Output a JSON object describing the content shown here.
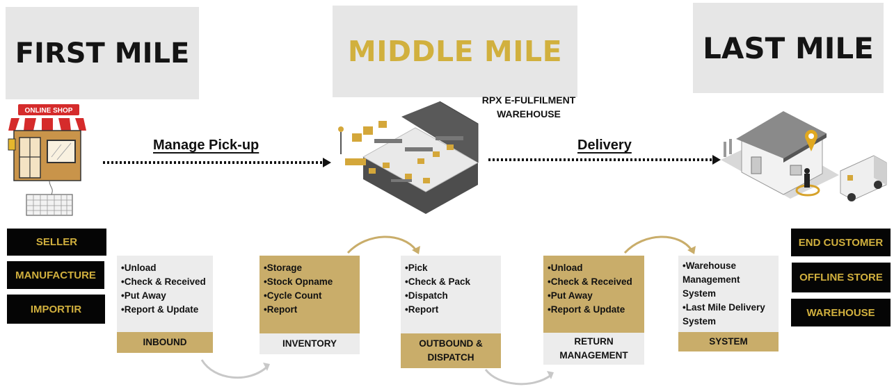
{
  "headers": {
    "first_mile": "FIRST MILE",
    "middle_mile": "MIDDLE MILE",
    "last_mile": "LAST MILE"
  },
  "flows": {
    "pickup": "Manage Pick-up",
    "delivery": "Delivery"
  },
  "warehouse_title": "RPX E-FULFILMENT WAREHOUSE",
  "shop_sign": "ONLINE SHOP",
  "origin_tags": [
    "SELLER",
    "MANUFACTURE",
    "IMPORTIR"
  ],
  "destination_tags": [
    "END CUSTOMER",
    "OFFLINE STORE",
    "WAREHOUSE"
  ],
  "stages": [
    {
      "title": "INBOUND",
      "items": [
        "•Unload",
        "•Check & Received",
        "•Put Away",
        "•Report & Update"
      ]
    },
    {
      "title": "INVENTORY",
      "items": [
        "•Storage",
        "•Stock Opname",
        "•Cycle Count",
        "•Report"
      ]
    },
    {
      "title": "OUTBOUND & DISPATCH",
      "items": [
        "•Pick",
        "•Check & Pack",
        "•Dispatch",
        "•Report"
      ]
    },
    {
      "title": "RETURN MANAGEMENT",
      "items": [
        "•Unload",
        "•Check & Received",
        "•Put Away",
        "•Report & Update"
      ]
    },
    {
      "title": "SYSTEM",
      "items": [
        "•Warehouse Management System",
        "•Last Mile Delivery System"
      ]
    }
  ],
  "colors": {
    "gold": "#d1b03e",
    "card_gold": "#c9ad6a",
    "card_grey": "#ececec",
    "tag_black": "#050505"
  }
}
